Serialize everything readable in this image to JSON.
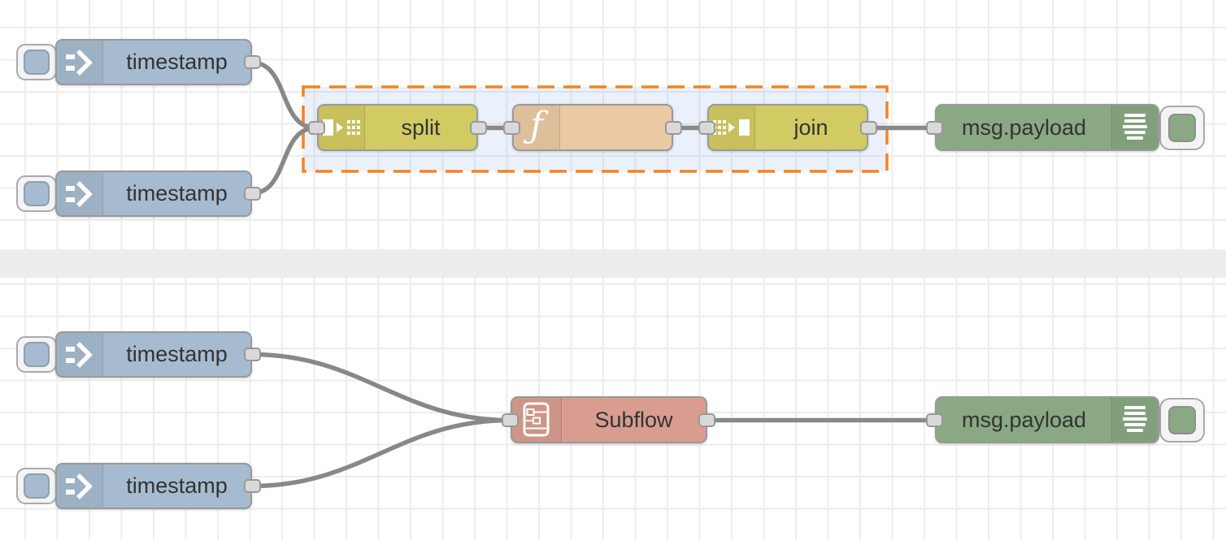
{
  "palette": {
    "inject_node": "#a6bbcf",
    "split_join_node": "#d2cb63",
    "function_node": "#ebc9a3",
    "debug_node": "#8aa883",
    "subflow_node": "#d89d90",
    "wire": "#888888",
    "port_fill": "#d9d9d9",
    "selection_border": "#f7821f",
    "selection_fill_tint": "#e9f1fa",
    "grid_line": "#ededed",
    "flow_separator": "#ededed",
    "label_text": "#333333"
  },
  "nodes": {
    "inject_top_1": {
      "type": "inject",
      "label": "timestamp"
    },
    "inject_top_2": {
      "type": "inject",
      "label": "timestamp"
    },
    "split": {
      "type": "split",
      "label": "split"
    },
    "function": {
      "type": "function",
      "label": "",
      "icon_glyph": "ƒ"
    },
    "join": {
      "type": "join",
      "label": "join"
    },
    "debug_top": {
      "type": "debug",
      "label": "msg.payload"
    },
    "inject_bottom_1": {
      "type": "inject",
      "label": "timestamp"
    },
    "inject_bottom_2": {
      "type": "inject",
      "label": "timestamp"
    },
    "subflow": {
      "type": "subflow",
      "label": "Subflow"
    },
    "debug_bottom": {
      "type": "debug",
      "label": "msg.payload"
    }
  },
  "icons": {
    "inject": "double-arrow-right-icon",
    "split": "split-square-to-parts-icon",
    "join": "join-parts-to-square-icon",
    "function": "function-f-icon",
    "debug": "list-lines-icon",
    "subflow": "subflow-diagram-icon"
  },
  "connections": [
    {
      "from": "inject_top_1",
      "to": "split"
    },
    {
      "from": "inject_top_2",
      "to": "split"
    },
    {
      "from": "split",
      "to": "function"
    },
    {
      "from": "function",
      "to": "join"
    },
    {
      "from": "join",
      "to": "debug_top"
    },
    {
      "from": "inject_bottom_1",
      "to": "subflow"
    },
    {
      "from": "inject_bottom_2",
      "to": "subflow"
    },
    {
      "from": "subflow",
      "to": "debug_bottom"
    }
  ],
  "selection": {
    "selected_group_members": [
      "split",
      "function",
      "join"
    ]
  }
}
